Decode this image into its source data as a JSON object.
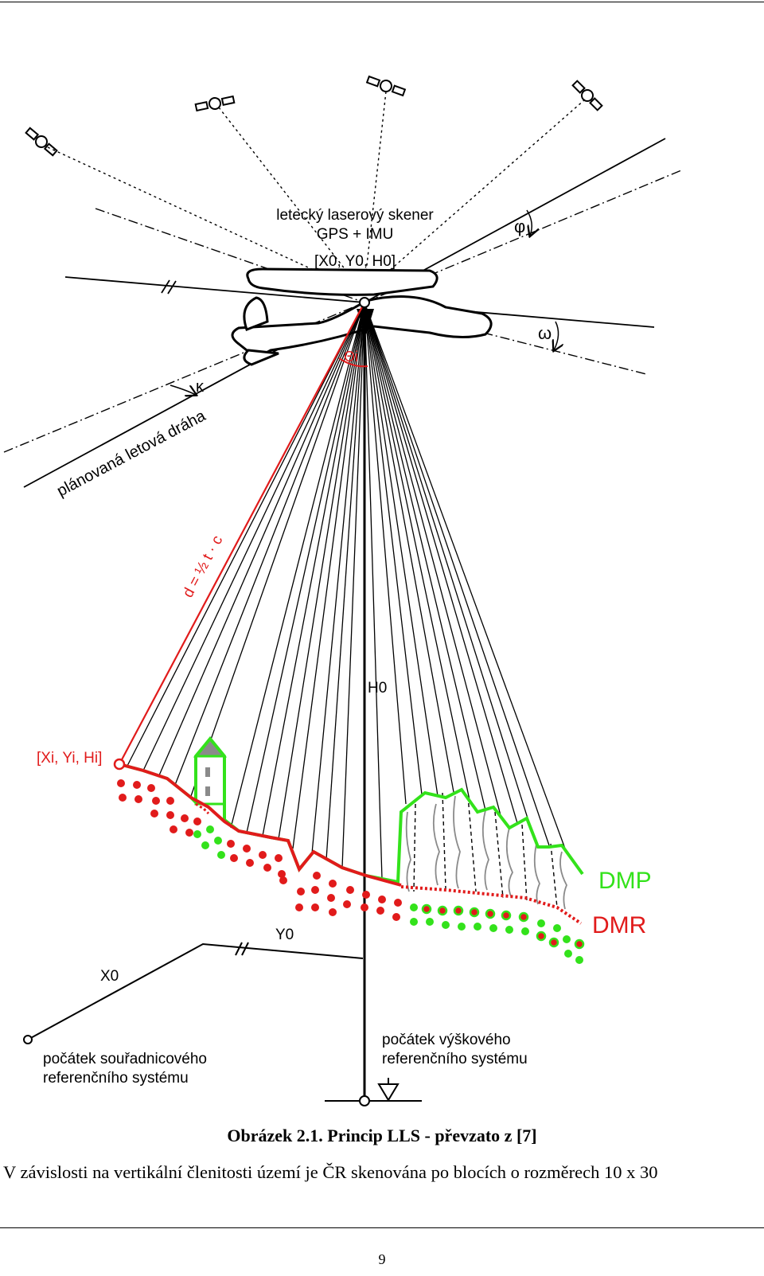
{
  "colors": {
    "accent_red": "#e11b1b",
    "accent_green": "#33e21b",
    "ink": "#000000",
    "gray": "#8a8a8a"
  },
  "figure": {
    "scanner_label_line1": "letecký laserový skener",
    "scanner_label_line2": "GPS + IMU",
    "origin_label": "[X0, Y0, H0]",
    "angle_phi": "φ",
    "angle_omega": "ω",
    "angle_kappa": "κ",
    "angle_theta": "Θi",
    "flight_path_label": "plánovaná letová dráha",
    "distance_formula": "d = ½ t · c",
    "height_label": "H0",
    "point_label": "[Xi, Yi, Hi]",
    "dmp_label": "DMP",
    "dmr_label": "DMR",
    "y_axis_label": "Y0",
    "x_axis_label": "X0",
    "coord_origin_line1": "počátek souřadnicového",
    "coord_origin_line2": "referenčního systému",
    "height_origin_line1": "počátek výškového",
    "height_origin_line2": "referenčního systému",
    "icons": [
      "satellite-icon",
      "airplane-icon",
      "church-icon",
      "tree-icon",
      "benchmark-triangle-icon"
    ]
  },
  "caption": "Obrázek 2.1. Princip LLS - převzato z [7]",
  "body_text": "V závislosti na vertikální členitosti území je ČR skenována po blocích o rozměrech 10 x 30",
  "page_number": "9"
}
